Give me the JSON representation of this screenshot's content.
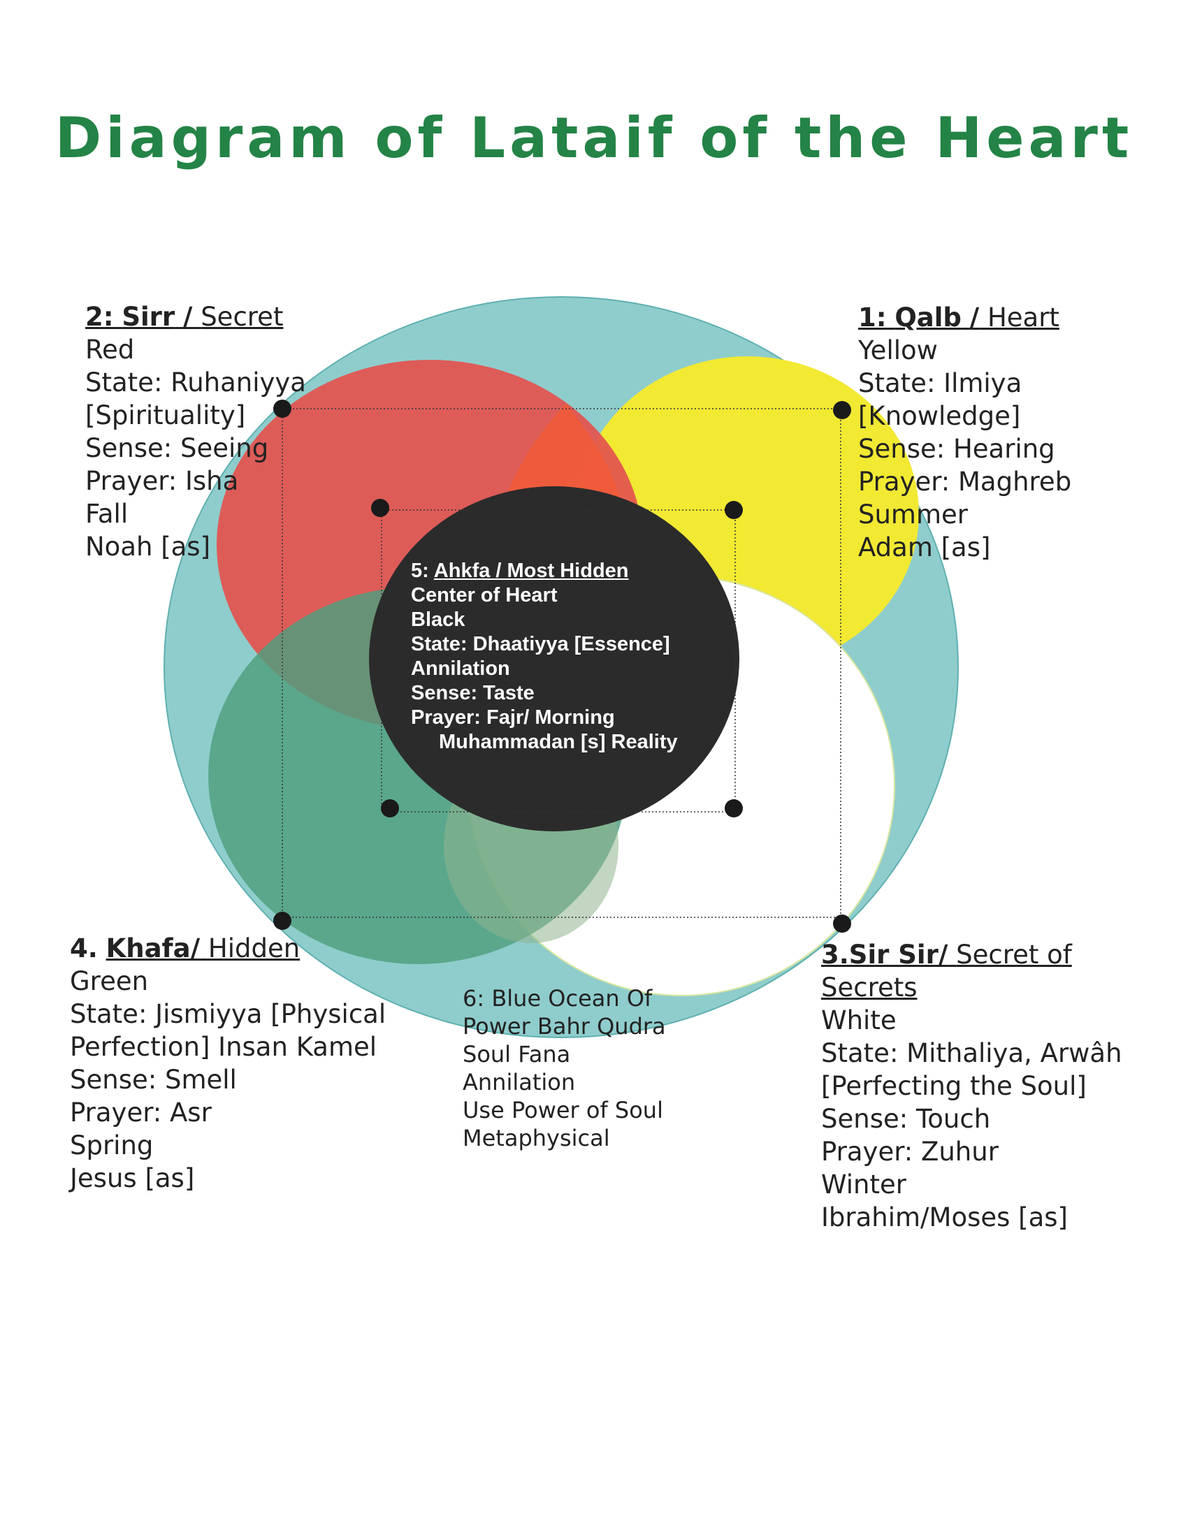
{
  "title": "Diagram of Lataif of the Heart",
  "colors": {
    "title": "#248346",
    "ocean": "#8fcdcc",
    "sirr": "#e3534f",
    "qalb": "#f2e933",
    "khafa": "#4e9f7e",
    "sir_sir": "#ffffff",
    "ahkfa": "#2b2b2b",
    "overlap_red_yellow": "#ef5b3a",
    "overlap_green_white": "#8fb58e"
  },
  "qalb": {
    "heading_num": "1:",
    "heading_name": "Qalb",
    "heading_sep": "/",
    "heading_meaning": "Heart",
    "lines": [
      "Yellow",
      "State: Ilmiya",
      "[Knowledge]",
      "Sense: Hearing",
      "Prayer: Maghreb",
      "Summer",
      "Adam [as]"
    ]
  },
  "sirr": {
    "heading_num": "2:",
    "heading_name": "Sirr",
    "heading_sep": "/",
    "heading_meaning": "Secret",
    "lines": [
      "Red",
      "State: Ruhaniyya",
      "[Spirituality]",
      "Sense: Seeing",
      "Prayer: Isha",
      "Fall",
      "Noah [as]"
    ]
  },
  "sir_sir": {
    "heading_name": "3.Sir Sir/",
    "heading_meaning_1": "Secret of",
    "heading_meaning_2": "Secrets",
    "lines": [
      "White",
      "State: Mithaliya, Arwâh",
      "[Perfecting the Soul]",
      "Sense: Touch",
      "Prayer: Zuhur",
      "Winter",
      "Ibrahim/Moses [as]"
    ]
  },
  "khafa": {
    "heading_num": "4.",
    "heading_name": "Khafa/",
    "heading_meaning": "Hidden",
    "lines": [
      "Green",
      "State: Jismiyya [Physical",
      "Perfection] Insan Kamel",
      "Sense: Smell",
      "Prayer: Asr",
      "Spring",
      "Jesus [as]"
    ]
  },
  "ahkfa": {
    "heading_num": "5:",
    "heading": "Ahkfa / Most Hidden",
    "lines": [
      "Center of Heart",
      "Black",
      "State: Dhaatiyya [Essence]",
      "Annilation",
      "Sense: Taste",
      "Prayer: Fajr/ Morning"
    ],
    "last_line": "Muhammadan [s]  Reality"
  },
  "ocean": {
    "lines": [
      "6: Blue Ocean Of",
      "Power Bahr Qudra",
      "Soul Fana",
      "Annilation",
      "Use Power of Soul",
      "Metaphysical"
    ]
  }
}
